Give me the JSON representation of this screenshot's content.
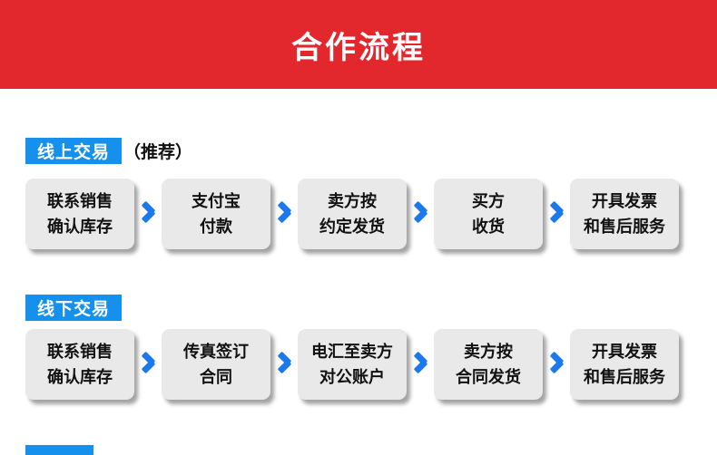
{
  "header": {
    "title": "合作流程"
  },
  "colors": {
    "banner_red": "#e3282d",
    "badge_blue": "#1590ec",
    "arrow_blue": "#1c79ec",
    "box_gray": "#e9e9e9",
    "box_text": "#111111"
  },
  "icons": {
    "arrow": "chevron-right"
  },
  "sections": [
    {
      "id": "online",
      "badge": "线上交易",
      "note": "（推荐）",
      "steps": [
        [
          "联系销售",
          "确认库存"
        ],
        [
          "支付宝",
          "付款"
        ],
        [
          "卖方按",
          "约定发货"
        ],
        [
          "买方",
          "收货"
        ],
        [
          "开具发票",
          "和售后服务"
        ]
      ]
    },
    {
      "id": "offline",
      "badge": "线下交易",
      "note": "",
      "steps": [
        [
          "联系销售",
          "确认库存"
        ],
        [
          "传真签订",
          "合同"
        ],
        [
          "电汇至卖方",
          "对公账户"
        ],
        [
          "卖方按",
          "合同发货"
        ],
        [
          "开具发票",
          "和售后服务"
        ]
      ]
    }
  ]
}
